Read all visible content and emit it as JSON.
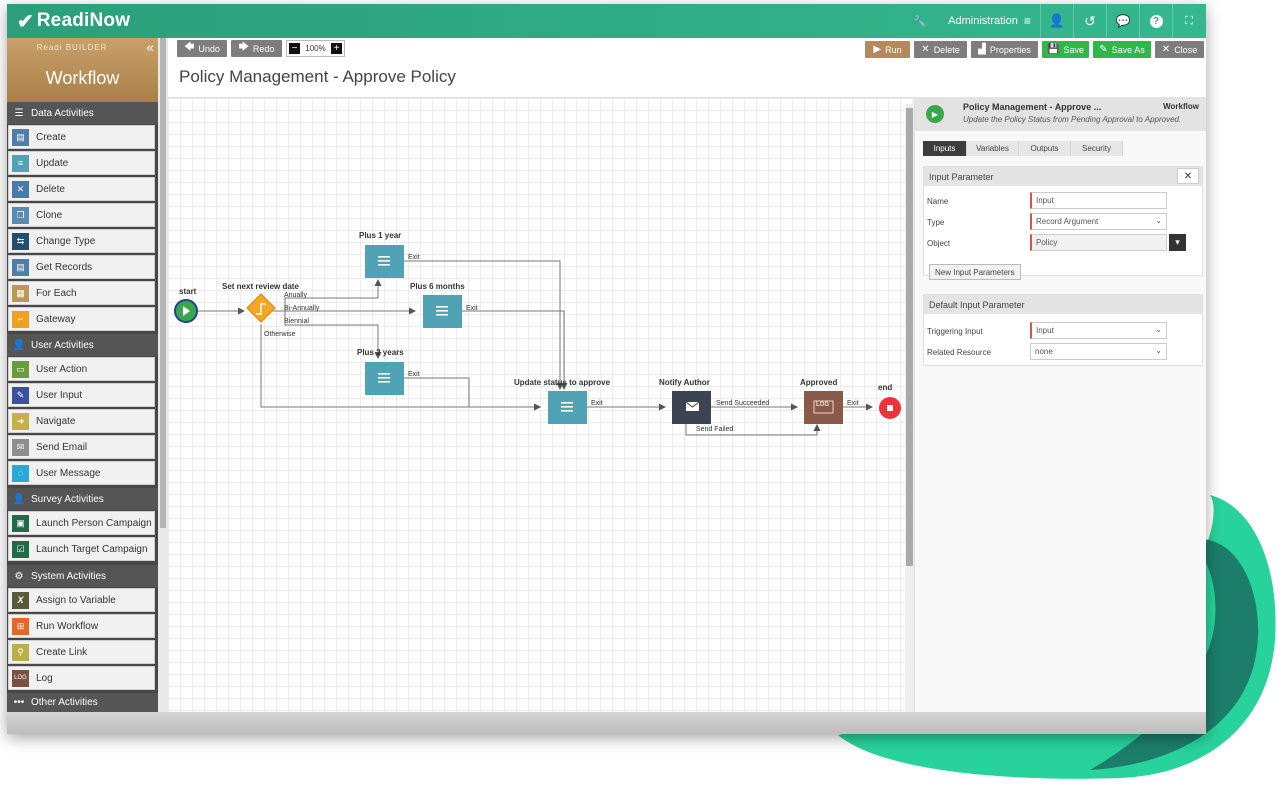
{
  "brand": {
    "name": "ReadiNow",
    "logo_icon": "check-mark-icon",
    "color": "#2fae84"
  },
  "header": {
    "admin_label": "Administration"
  },
  "sidebar": {
    "builder_label": "Readi BUILDER",
    "title": "Workflow",
    "categories": [
      {
        "label": "Data Activities",
        "items": [
          "Create",
          "Update",
          "Delete",
          "Clone",
          "Change Type",
          "Get Records",
          "For Each",
          "Gateway"
        ]
      },
      {
        "label": "User Activities",
        "items": [
          "User Action",
          "User Input",
          "Navigate",
          "Send Email",
          "User Message"
        ]
      },
      {
        "label": "Survey Activities",
        "items": [
          "Launch Person Campaign",
          "Launch Target Campaign"
        ]
      },
      {
        "label": "System Activities",
        "items": [
          "Assign to Variable",
          "Run Workflow",
          "Create Link",
          "Log"
        ]
      },
      {
        "label": "Other Activities",
        "items": []
      }
    ]
  },
  "toolbar": {
    "undo": "Undo",
    "redo": "Redo",
    "zoom": "100%",
    "run": "Run",
    "delete": "Delete",
    "properties": "Properties",
    "save": "Save",
    "save_as": "Save As",
    "close": "Close"
  },
  "page": {
    "title": "Policy Management - Approve Policy"
  },
  "diagram": {
    "nodes": {
      "start": "start",
      "set_review": "Set next review date",
      "plus_1_year": "Plus 1 year",
      "plus_6_months": "Plus 6 months",
      "plus_2_years": "Plus 2 years",
      "update_status": "Update status to approve",
      "notify_author": "Notify Author",
      "approved": "Approved",
      "end": "end"
    },
    "edges": {
      "anually": "Anually",
      "bi_annually": "Bi-Annually",
      "biennial": "Biennial",
      "otherwise": "Otherwise",
      "exit1": "Exit",
      "exit2": "Exit",
      "exit3": "Exit",
      "exit4": "Exit",
      "exit5": "Exit",
      "send_succeeded": "Send Succeeded",
      "send_failed": "Send Failed"
    },
    "log_text": "LOG"
  },
  "panel": {
    "name": "Policy Management - Approve ...",
    "kind": "Workflow",
    "description": "Update the Policy Status from Pending Approval to Approved.",
    "tabs": [
      "Inputs",
      "Variables",
      "Outputs",
      "Security"
    ],
    "input_section": "Input Parameter",
    "name_label": "Name",
    "name_value": "Input",
    "type_label": "Type",
    "type_value": "Record Argument",
    "object_label": "Object",
    "object_value": "Policy",
    "new_input_button": "New Input Parameters",
    "default_section": "Default Input Parameter",
    "triggering_label": "Triggering Input",
    "triggering_value": "Input",
    "related_label": "Related Resource",
    "related_value": "none"
  }
}
